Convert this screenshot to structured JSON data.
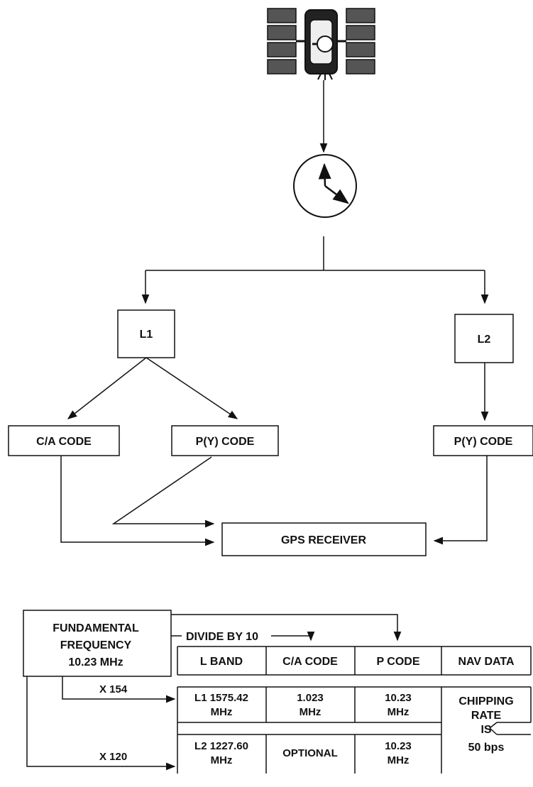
{
  "top_diagram": {
    "l1": "L1",
    "l2": "L2",
    "ca_code": "C/A CODE",
    "py_code_l1": "P(Y) CODE",
    "py_code_l2": "P(Y) CODE",
    "gps_receiver": "GPS RECEIVER"
  },
  "bottom_diagram": {
    "fundamental_line1": "FUNDAMENTAL",
    "fundamental_line2": "FREQUENCY",
    "fundamental_line3": "10.23  MHz",
    "divide_by": "DIVIDE BY 10",
    "x154": "X 154",
    "x120": "X 120",
    "headers": {
      "l_band": "L BAND",
      "ca_code": "C/A CODE",
      "p_code": "P CODE",
      "nav_data": "NAV DATA"
    },
    "row_l1": {
      "band_line1": "L1 1575.42",
      "band_line2": "MHz",
      "ca_line1": "1.023",
      "ca_line2": "MHz",
      "p_line1": "10.23",
      "p_line2": "MHz"
    },
    "row_l2": {
      "band_line1": "L2 1227.60",
      "band_line2": "MHz",
      "ca": "OPTIONAL",
      "p_line1": "10.23",
      "p_line2": "MHz"
    },
    "nav": {
      "line1": "CHIPPING",
      "line2": "RATE",
      "line3": "IS",
      "line4": "50 bps"
    }
  }
}
